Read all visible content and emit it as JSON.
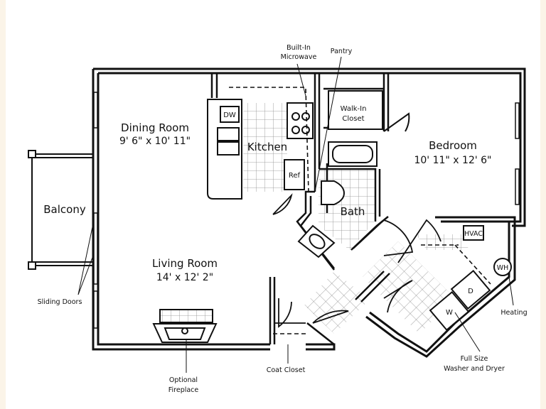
{
  "plan": {
    "rooms": {
      "dining_name": "Dining Room",
      "dining_dim": "9' 6\" x 10' 11\"",
      "kitchen": "Kitchen",
      "balcony": "Balcony",
      "living_name": "Living Room",
      "living_dim": "14' x 12' 2\"",
      "bedroom_name": "Bedroom",
      "bedroom_dim": "10' 11\" x 12' 6\"",
      "bath": "Bath",
      "walkin_line1": "Walk-In",
      "walkin_line2": "Closet"
    },
    "fixtures": {
      "dw": "DW",
      "ref": "Ref",
      "hvac": "HVAC",
      "wh": "WH",
      "dryer": "D",
      "washer": "W"
    },
    "callouts": {
      "microwave_line1": "Built-In",
      "microwave_line2": "Microwave",
      "pantry": "Pantry",
      "sliding_doors": "Sliding Doors",
      "heating": "Heating",
      "washer_dryer_line1": "Full Size",
      "washer_dryer_line2": "Washer and Dryer",
      "coat_closet": "Coat Closet",
      "fireplace_line1": "Optional",
      "fireplace_line2": "Fireplace"
    }
  },
  "colors": {
    "background": "#fbf4e8",
    "paper": "#ffffff",
    "wall": "#111111",
    "tile": "#8a8a8a"
  }
}
